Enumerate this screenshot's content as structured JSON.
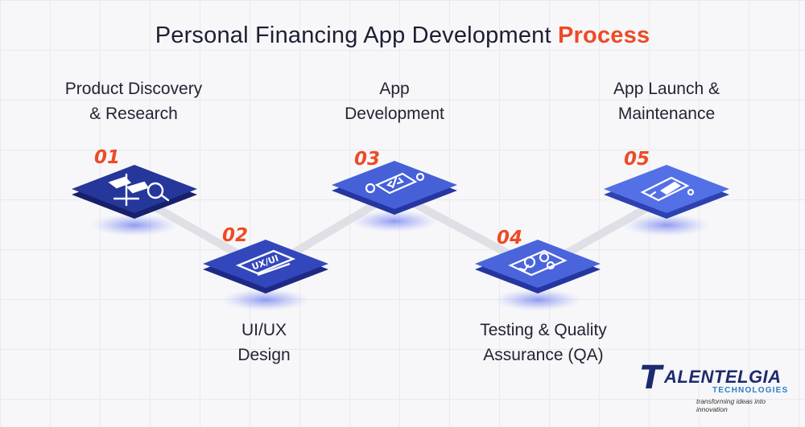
{
  "title": {
    "main": "Personal Financing App Development",
    "accent": "Process"
  },
  "colors": {
    "accent": "#ee4a26",
    "tile_dark": "#1f2e8c",
    "tile_mid": "#3a4ec4",
    "tile_light": "#4863dd"
  },
  "steps": [
    {
      "number": "01",
      "label_line1": "Product Discovery",
      "label_line2": "& Research",
      "icon": "signpost-search-icon"
    },
    {
      "number": "02",
      "label_line1": "UI/UX",
      "label_line2": "Design",
      "icon": "ux-ui-screen-icon",
      "icon_text": "UX/UI"
    },
    {
      "number": "03",
      "label_line1": "App",
      "label_line2": "Development",
      "icon": "phone-code-gear-icon"
    },
    {
      "number": "04",
      "label_line1": "Testing & Quality",
      "label_line2": "Assurance (QA)",
      "icon": "testing-gears-icon"
    },
    {
      "number": "05",
      "label_line1": "App Launch &",
      "label_line2": "Maintenance",
      "icon": "phone-rocket-icon"
    }
  ],
  "logo": {
    "mark": "T",
    "name": "ALENTELGIA",
    "sub": "TECHNOLOGIES",
    "tagline": "transforming ideas into innovation"
  }
}
